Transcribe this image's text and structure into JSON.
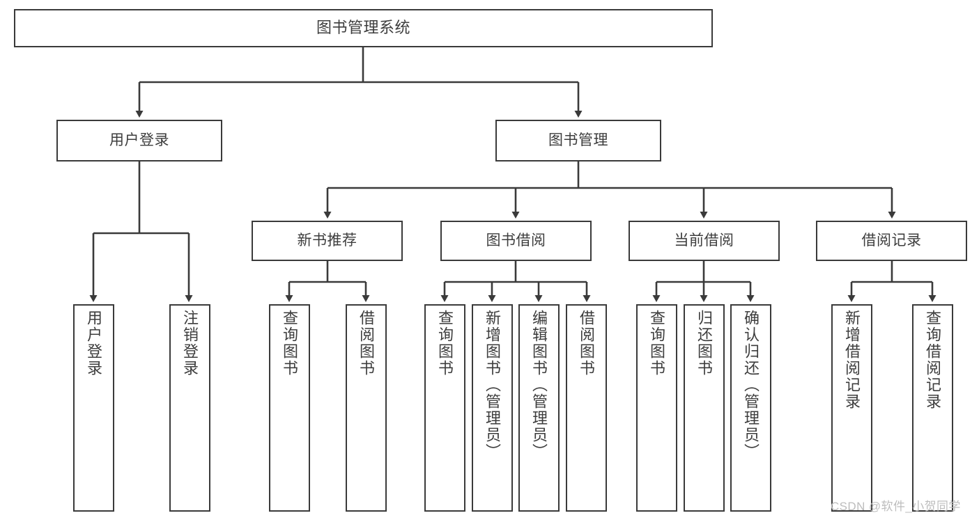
{
  "diagram": {
    "type": "tree-hierarchy-chart",
    "title": "图书管理系统",
    "stroke_color": "#3a3a3a",
    "text_color": "#3d3d3d",
    "background": "#ffffff",
    "levels": [
      {
        "level": 1,
        "nodes": [
          {
            "id": "root",
            "label": "图书管理系统"
          }
        ]
      },
      {
        "level": 2,
        "nodes": [
          {
            "id": "user-login",
            "label": "用户登录"
          },
          {
            "id": "book-manage",
            "label": "图书管理"
          }
        ]
      },
      {
        "level": 3,
        "nodes": [
          {
            "id": "new-book-recommend",
            "label": "新书推荐"
          },
          {
            "id": "book-borrow",
            "label": "图书借阅"
          },
          {
            "id": "current-borrow",
            "label": "当前借阅"
          },
          {
            "id": "borrow-record",
            "label": "借阅记录"
          }
        ]
      },
      {
        "level": 4,
        "nodes": [
          {
            "id": "leaf-user-login",
            "label": "用户登录",
            "parent": "user-login"
          },
          {
            "id": "leaf-logout",
            "label": "注销登录",
            "parent": "user-login"
          },
          {
            "id": "leaf-query-book-1",
            "label": "查询图书",
            "parent": "new-book-recommend"
          },
          {
            "id": "leaf-borrow-book-1",
            "label": "借阅图书",
            "parent": "new-book-recommend"
          },
          {
            "id": "leaf-query-book-2",
            "label": "查询图书",
            "parent": "book-borrow"
          },
          {
            "id": "leaf-add-book",
            "label": "新增图书（管理员）",
            "parent": "book-borrow"
          },
          {
            "id": "leaf-edit-book",
            "label": "编辑图书（管理员）",
            "parent": "book-borrow"
          },
          {
            "id": "leaf-borrow-book-2",
            "label": "借阅图书",
            "parent": "book-borrow"
          },
          {
            "id": "leaf-query-book-3",
            "label": "查询图书",
            "parent": "current-borrow"
          },
          {
            "id": "leaf-return-book",
            "label": "归还图书",
            "parent": "current-borrow"
          },
          {
            "id": "leaf-confirm-return",
            "label": "确认归还（管理员）",
            "parent": "current-borrow"
          },
          {
            "id": "leaf-add-record",
            "label": "新增借阅记录",
            "parent": "borrow-record"
          },
          {
            "id": "leaf-query-record",
            "label": "查询借阅记录",
            "parent": "borrow-record"
          }
        ]
      }
    ]
  },
  "watermark": {
    "text": "CSDN @软件_小贺同学"
  }
}
